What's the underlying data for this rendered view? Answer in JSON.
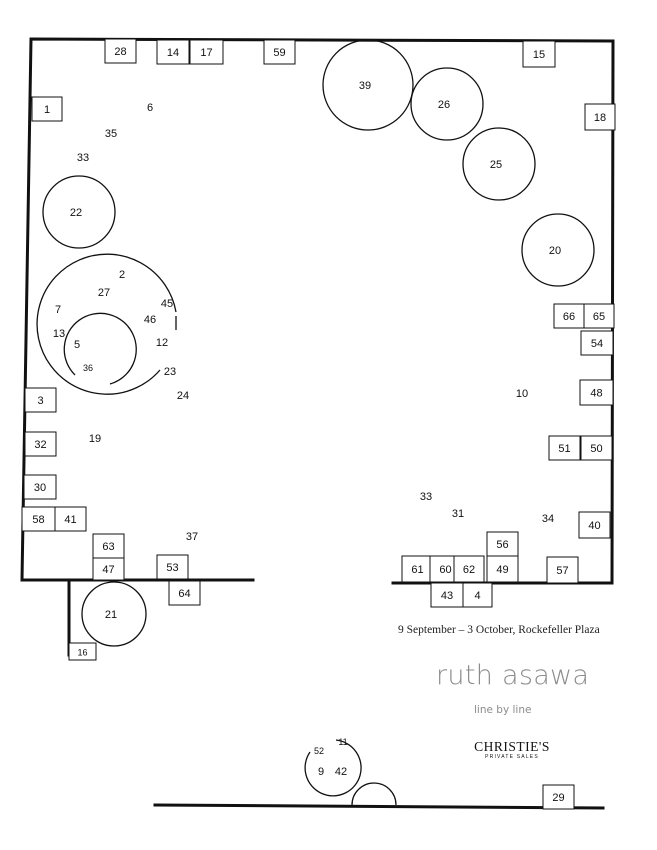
{
  "info": {
    "caption": "9 September – 3 October, Rockefeller Plaza",
    "title": "ruth asawa",
    "subtitle": "line by line",
    "brand": "CHRISTIE'S",
    "brand_sub": "PRIVATE SALES"
  },
  "plinths": [
    "28",
    "14",
    "17",
    "59",
    "15",
    "1",
    "18",
    "66",
    "65",
    "54",
    "48",
    "51",
    "50",
    "40",
    "3",
    "32",
    "30",
    "58",
    "41",
    "63",
    "47",
    "53",
    "64",
    "16",
    "61",
    "60",
    "62",
    "56",
    "49",
    "57",
    "43",
    "4",
    "29"
  ],
  "hanging": [
    "39",
    "26",
    "25",
    "20",
    "22",
    "21"
  ],
  "markers": [
    "6",
    "35",
    "33",
    "2",
    "27",
    "45",
    "7",
    "46",
    "13",
    "12",
    "5",
    "36",
    "23",
    "24",
    "19",
    "37",
    "10",
    "33",
    "31",
    "34",
    "52",
    "11",
    "9",
    "42"
  ]
}
